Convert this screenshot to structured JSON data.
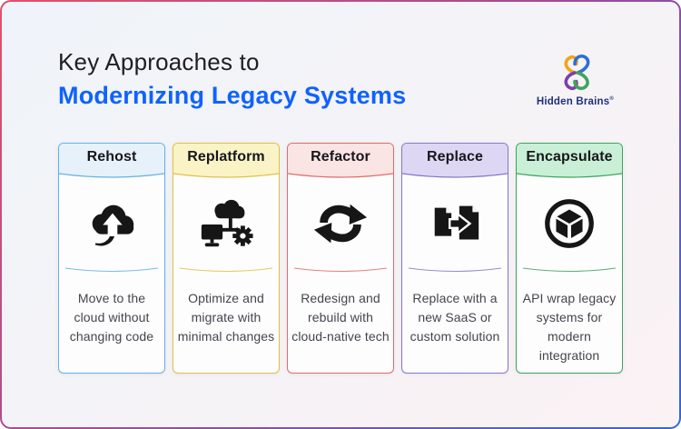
{
  "header": {
    "title_line1": "Key Approaches to",
    "title_line2": "Modernizing Legacy Systems",
    "title_color": "#1e1e24",
    "accent_color": "#0f62fe"
  },
  "logo": {
    "wordmark": "Hidden Brains",
    "registered_mark": "®",
    "wordmark_color": "#20307a",
    "mark_colors": [
      "#f2a515",
      "#2f6fd4",
      "#7d3fa8",
      "#3fa45b"
    ]
  },
  "frame": {
    "border_gradient": [
      "#e25068",
      "#9a4b9e",
      "#2f6bd8"
    ],
    "background_gradient": [
      "#eff4fa",
      "#fbf2f4"
    ]
  },
  "cards": [
    {
      "label": "Rehost",
      "description": "Move to the cloud without changing code",
      "accent": "#62b2e4",
      "tint": "#e7f1fa",
      "icon": "cloud-upload-icon"
    },
    {
      "label": "Replatform",
      "description": "Optimize and migrate with minimal changes",
      "accent": "#e3c044",
      "tint": "#faf3c6",
      "icon": "cloud-devices-icon"
    },
    {
      "label": "Refactor",
      "description": "Redesign and rebuild with cloud-native tech",
      "accent": "#e26a6a",
      "tint": "#fbe4e4",
      "icon": "sync-arrows-icon"
    },
    {
      "label": "Replace",
      "description": "Replace with a new SaaS or custom solution",
      "accent": "#8478c8",
      "tint": "#ded7f4",
      "icon": "file-transfer-icon"
    },
    {
      "label": "Encapsulate",
      "description": "API wrap legacy systems for modern integration",
      "accent": "#3ca45f",
      "tint": "#c9efd6",
      "icon": "cube-package-icon"
    }
  ]
}
